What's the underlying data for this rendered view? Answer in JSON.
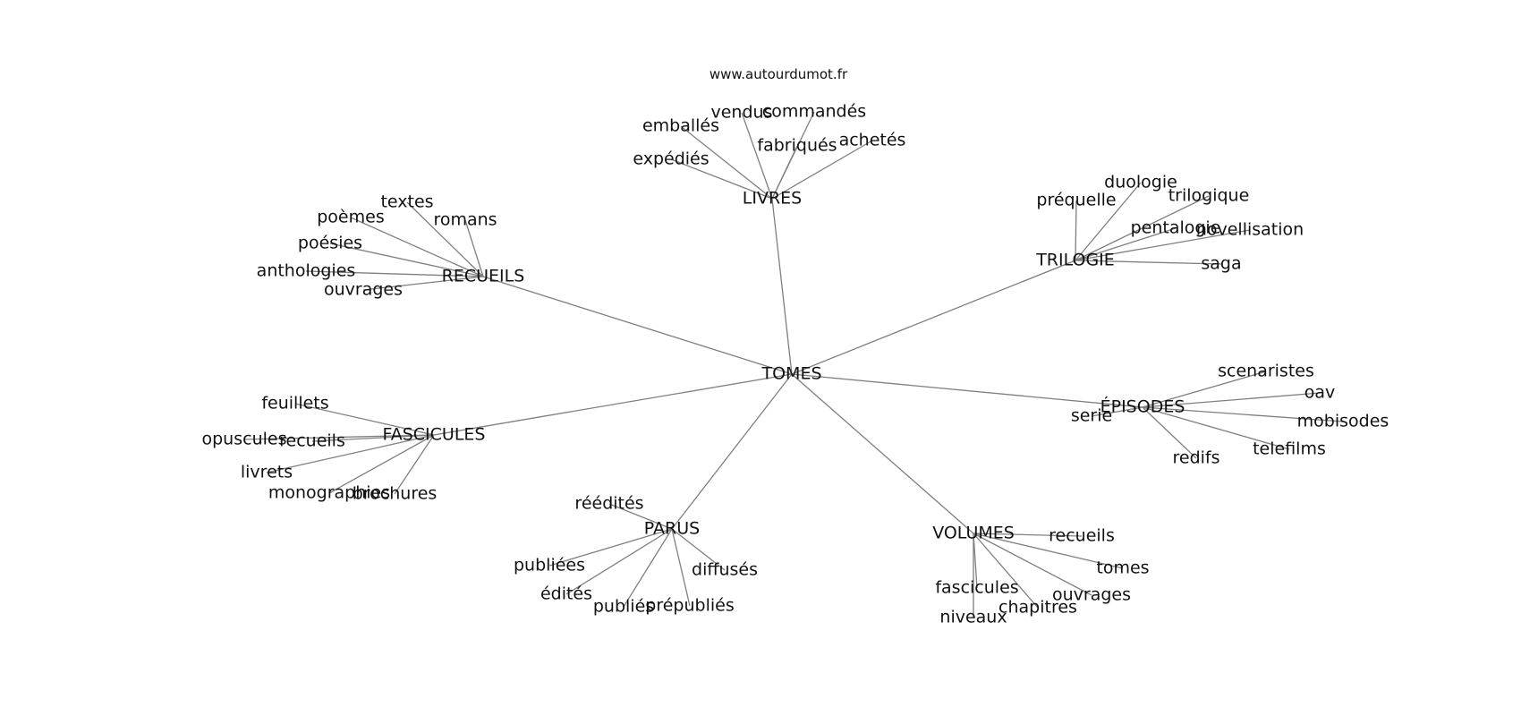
{
  "source": "www.autourdumot.fr",
  "center": "TOMES",
  "clusters": [
    {
      "word": "LIVRES",
      "leaves": [
        "emballés",
        "vendus",
        "commandés",
        "fabriqués",
        "achetés",
        "expédiés"
      ]
    },
    {
      "word": "RECUEILS",
      "leaves": [
        "textes",
        "romans",
        "poèmes",
        "poésies",
        "anthologies",
        "ouvrages"
      ]
    },
    {
      "word": "TRILOGIE",
      "leaves": [
        "duologie",
        "préquelle",
        "trilogique",
        "pentalogie",
        "novellisation",
        "saga"
      ]
    },
    {
      "word": "FASCICULES",
      "leaves": [
        "feuillets",
        "opuscules",
        "recueils",
        "livrets",
        "monographies",
        "brochures"
      ]
    },
    {
      "word": "ÉPISODES",
      "leaves": [
        "scenaristes",
        "oav",
        "serie",
        "mobisodes",
        "telefilms",
        "redifs"
      ]
    },
    {
      "word": "PARUS",
      "leaves": [
        "réédités",
        "publiées",
        "diffusés",
        "édités",
        "publiés",
        "prépubliés"
      ]
    },
    {
      "word": "VOLUMES",
      "leaves": [
        "recueils",
        "tomes",
        "fascicules",
        "ouvrages",
        "chapitres",
        "niveaux"
      ]
    }
  ]
}
